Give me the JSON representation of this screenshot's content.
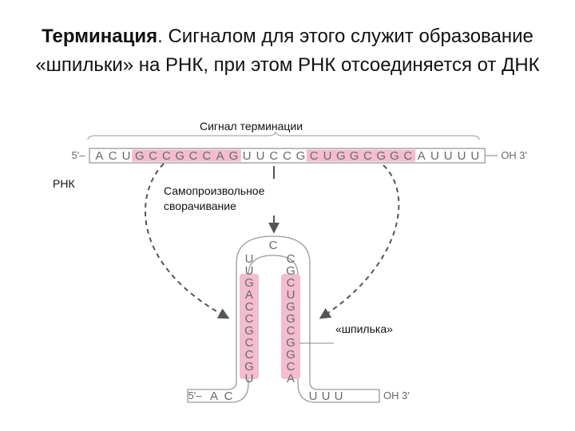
{
  "title": {
    "bold": "Терминация",
    "rest": ". Сигналом для этого служит образование «шпильки» на РНК, при этом РНК отсоединяется от ДНК"
  },
  "labels": {
    "signal": "Сигнал терминации",
    "rna": "РНК",
    "folding": "Самопроизвольное сворачивание",
    "hairpin": "«шпилька»"
  },
  "strand": {
    "five_prime": "5'–",
    "three_prime": "OH 3'",
    "bases": [
      "A",
      "C",
      "U",
      "G",
      "C",
      "C",
      "G",
      "C",
      "C",
      "A",
      "G",
      "U",
      "U",
      "C",
      "C",
      "G",
      "C",
      "U",
      "G",
      "G",
      "C",
      "G",
      "G",
      "C",
      "A",
      "U",
      "U",
      "U",
      "U"
    ],
    "highlight_ranges": [
      [
        3,
        10
      ],
      [
        16,
        23
      ]
    ]
  },
  "hairpin": {
    "left_stem": [
      "U",
      "U",
      "G",
      "A",
      "C",
      "C",
      "G",
      "C",
      "C",
      "G",
      "U"
    ],
    "loop": "C",
    "right_stem": [
      "C",
      "G",
      "C",
      "U",
      "G",
      "G",
      "C",
      "G",
      "G",
      "C",
      "A"
    ],
    "tail_left": [
      "A",
      "C"
    ],
    "tail_right": [
      "U",
      "U",
      "U"
    ],
    "five_prime": "5'–",
    "three_prime": "OH 3'"
  },
  "colors": {
    "pink": "#f3bcd0",
    "outline": "#9a9a9a",
    "letters": "#6a6a6a",
    "arrows": "#555555"
  }
}
